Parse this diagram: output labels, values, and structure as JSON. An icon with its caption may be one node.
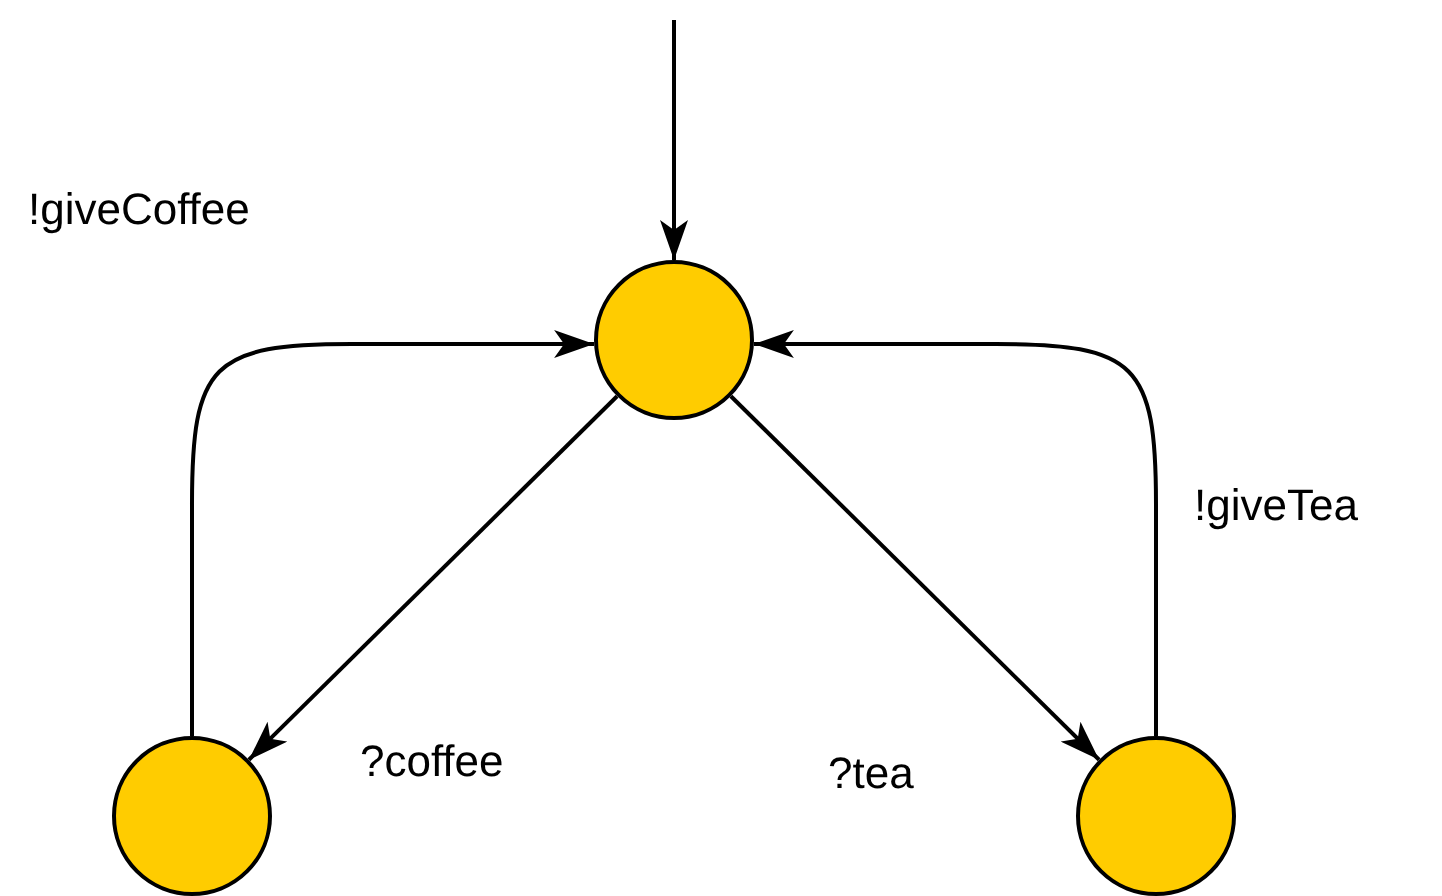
{
  "diagram": {
    "nodes": [
      {
        "text": [],
        "shape": "circle"
      },
      {
        "text": [],
        "shape": "circle"
      },
      {
        "text": [],
        "shape": "circle"
      }
    ],
    "edges": [
      {
        "from": null,
        "to": 0,
        "arrow": "to"
      },
      {
        "from": 0,
        "to": 1,
        "arrow": "to",
        "label": "?coffee"
      },
      {
        "from": 1,
        "to": 0,
        "arrow": "to",
        "label": "!giveCoffee"
      },
      {
        "from": 0,
        "to": 2,
        "arrow": "to",
        "label": "?tea"
      },
      {
        "from": 2,
        "to": 0,
        "arrow": "to",
        "label": "!giveTea"
      }
    ]
  }
}
